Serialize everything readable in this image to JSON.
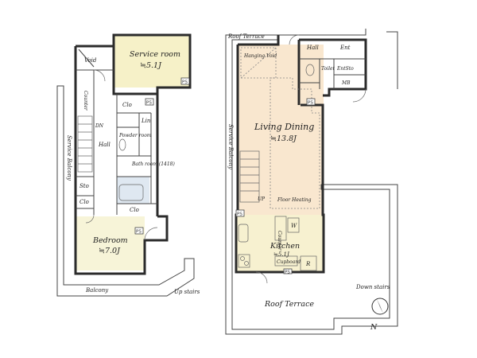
{
  "left_plan": {
    "rooms": {
      "service_room": {
        "name": "Service room",
        "area": "≒5.1J"
      },
      "bedroom": {
        "name": "Bedroom",
        "area": "≒7.0J"
      },
      "void": "Void",
      "counter": "Counter",
      "dn": "DN",
      "hall": "Hall",
      "service_balcony": "Service Balcony",
      "clo_top": "Clo",
      "lin": "Lin",
      "powder_room": "Powder room",
      "bath_room": "Bath room (1418)",
      "sto": "Sto",
      "clo_left": "Clo",
      "clo_bottom": "Clo",
      "balcony": "Balcony"
    },
    "ps_labels": [
      "PS",
      "PS",
      "PS"
    ]
  },
  "up_stairs": "Up stairs",
  "right_plan": {
    "rooms": {
      "roof_terrace_top": "Roof Terrace",
      "hall": "Hall",
      "ent": "Ent",
      "hanging_void": "Hanging Void",
      "toilet": "Toilet",
      "ent_sto": "EntSto",
      "mb": "MB",
      "living_dining": {
        "name": "Living Dining",
        "area": "≒13.8J"
      },
      "service_balcony": "Service Balcony",
      "floor_heating": "Floor Heating",
      "up": "UP",
      "counter": "Counter",
      "w": "W",
      "kitchen": {
        "name": "Kitchen",
        "area": "≒5.1J"
      },
      "cupboard": "Cupboard",
      "r": "R",
      "roof_terrace_bottom": "Roof Terrace"
    },
    "ps_labels": [
      "PS",
      "PS",
      "PS"
    ]
  },
  "down_stairs": "Down stairs",
  "compass": "N",
  "colors": {
    "service_room_fill": "#f6f1c8",
    "bedroom_fill": "#f7f4d8",
    "living_fill": "#f9e7cf",
    "kitchen_fill": "#f7f1d0",
    "bath_fill": "#dfe8f1"
  }
}
